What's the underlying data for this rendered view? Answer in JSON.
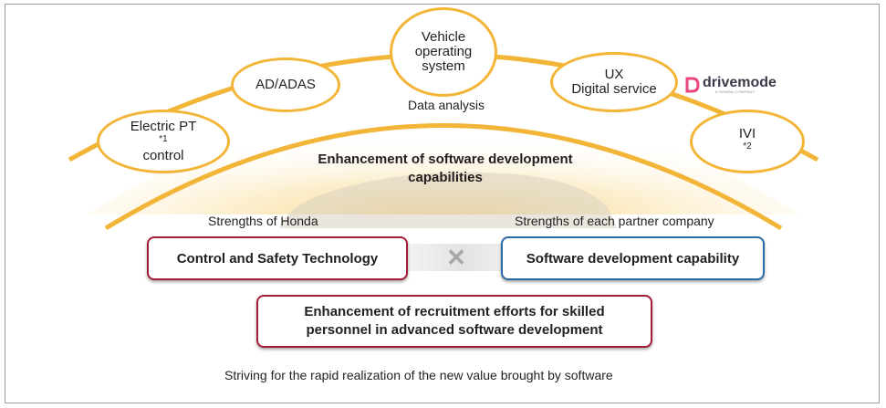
{
  "ovals": {
    "electric_pt": {
      "line1": "Electric PT",
      "sup": "*1",
      "line2": "control"
    },
    "ad_adas": {
      "label": "AD/ADAS"
    },
    "vehicle_os": {
      "line1": "Vehicle",
      "line2": "operating",
      "line3": "system"
    },
    "ux": {
      "line1": "UX",
      "line2": "Digital service"
    },
    "ivi": {
      "label": "IVI",
      "sup": "*2"
    }
  },
  "logo": {
    "name": "drivemode",
    "tagline": "A HONDA COMPANY"
  },
  "data_analysis": "Data analysis",
  "enhancement_software": "Enhancement of software development capabilities",
  "strengths_honda": "Strengths of Honda",
  "strengths_partner": "Strengths of each partner company",
  "control_safety": "Control and Safety Technology",
  "software_capability": "Software development capability",
  "times_symbol": "✕",
  "recruitment": "Enhancement of recruitment efforts for skilled personnel in advanced software development",
  "footer": "Striving for the rapid realization of the new value brought by software",
  "colors": {
    "arc": "#f2b537",
    "red_border": "#a51e36",
    "blue_border": "#2a6aa8",
    "frame": "#9d9d9d"
  }
}
